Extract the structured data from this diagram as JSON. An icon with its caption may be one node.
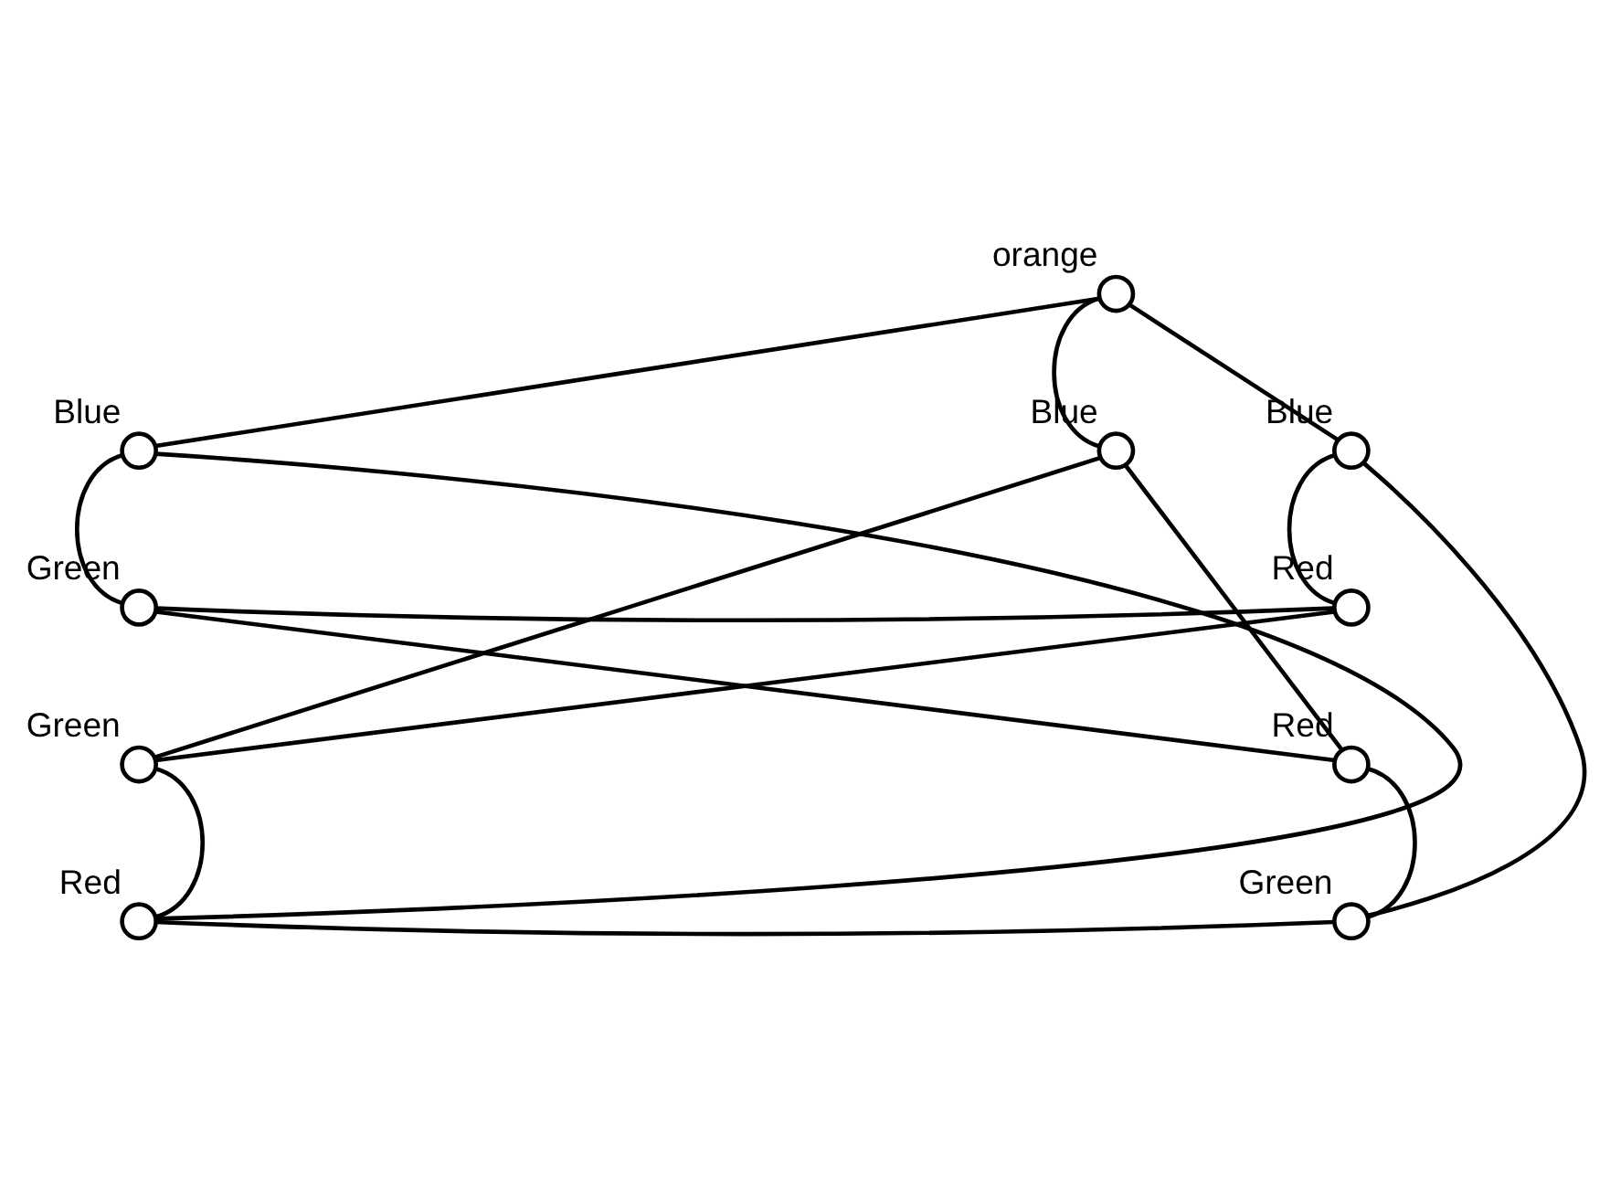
{
  "diagram": {
    "nodes": [
      {
        "text": [],
        "shape": "circle",
        "beside": [
          "orange"
        ]
      },
      {
        "text": [],
        "shape": "circle",
        "beside": [
          "Blue"
        ]
      },
      {
        "text": [],
        "shape": "circle",
        "beside": [
          "Blue"
        ]
      },
      {
        "text": [],
        "shape": "circle",
        "beside": [
          "Blue"
        ]
      },
      {
        "text": [],
        "shape": "circle",
        "beside": [
          "Red"
        ]
      },
      {
        "text": [],
        "shape": "circle",
        "beside": [
          "Green"
        ]
      },
      {
        "text": [],
        "shape": "circle",
        "beside": [
          "Green"
        ]
      },
      {
        "text": [],
        "shape": "circle",
        "beside": [
          "Red"
        ]
      },
      {
        "text": [],
        "shape": "circle",
        "beside": [
          "Red"
        ]
      },
      {
        "text": [],
        "shape": "circle",
        "beside": [
          "Green"
        ]
      }
    ],
    "edges": [
      {
        "from": 0,
        "to": 1,
        "arrow": "none"
      },
      {
        "from": 0,
        "to": 3,
        "arrow": "none"
      },
      {
        "from": 1,
        "to": 8,
        "arrow": "none"
      },
      {
        "from": 3,
        "to": 9,
        "arrow": "none"
      },
      {
        "from": 8,
        "to": 9,
        "arrow": "none"
      },
      {
        "from": 0,
        "to": 2,
        "arrow": "none"
      },
      {
        "from": 1,
        "to": 5,
        "arrow": "none"
      },
      {
        "from": 3,
        "to": 4,
        "arrow": "none"
      },
      {
        "from": 8,
        "to": 6,
        "arrow": "none"
      },
      {
        "from": 9,
        "to": 7,
        "arrow": "none"
      },
      {
        "from": 2,
        "to": 6,
        "arrow": "none"
      },
      {
        "from": 2,
        "to": 7,
        "arrow": "none"
      },
      {
        "from": 5,
        "to": 4,
        "arrow": "none"
      },
      {
        "from": 5,
        "to": 7,
        "arrow": "none"
      },
      {
        "from": 4,
        "to": 6,
        "arrow": "none"
      }
    ]
  }
}
